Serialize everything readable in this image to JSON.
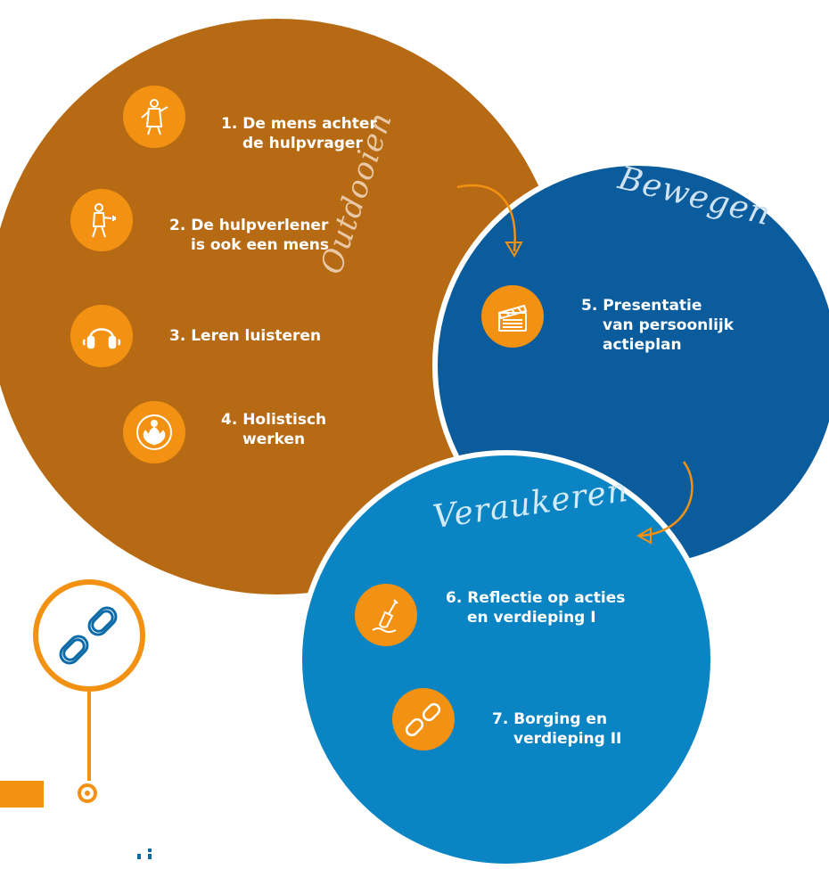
{
  "labels": {
    "outdoor": "Outdooien",
    "bewegen": "Bewegen",
    "veranker": "Veraukeren"
  },
  "steps": [
    {
      "line1": "1.  De mens achter",
      "line2": "de hulpvrager",
      "icon": "person-icon"
    },
    {
      "line1": "2. De hulpverlener",
      "line2": "is ook een mens",
      "icon": "helper-person-icon"
    },
    {
      "line1": "3. Leren luisteren",
      "line2": "",
      "icon": "headphones-icon"
    },
    {
      "line1": "4. Holistisch",
      "line2": "werken",
      "icon": "lotus-icon"
    },
    {
      "line1": "5. Presentatie",
      "line2": "van persoonlijk",
      "line3": "actieplan",
      "icon": "clapperboard-icon"
    },
    {
      "line1": "6. Reflectie op acties",
      "line2": "en verdieping I",
      "icon": "shovel-icon"
    },
    {
      "line1": "7. Borging en",
      "line2": "verdieping II",
      "icon": "chain-link-icon"
    }
  ],
  "colors": {
    "outdoor": "#b76a14",
    "bewegen": "#0a5c9c",
    "veranker": "#0b84c3",
    "accent": "#f39112"
  },
  "legend": {
    "icon": "chain-link-icon"
  }
}
